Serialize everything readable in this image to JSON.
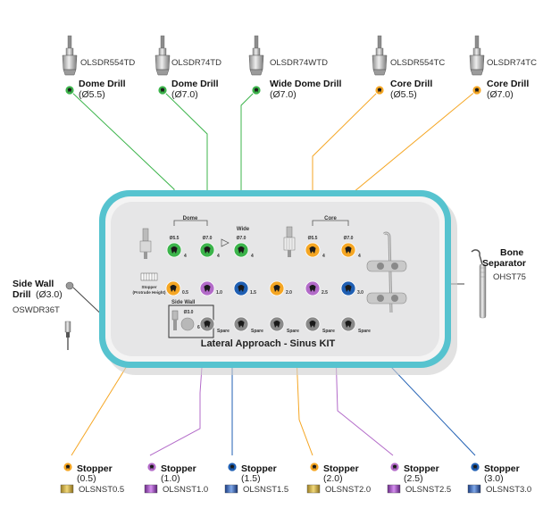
{
  "title": "Lateral Approach - Sinus KIT",
  "tray_labels": {
    "dome": "Dome",
    "wide": "Wide",
    "core": "Core",
    "side_wall": "Side Wall",
    "stopper_line1": "Stopper",
    "stopper_line2": "(Protrude Height)",
    "spare": "Spare"
  },
  "drills": [
    {
      "code": "OLSDR554TD",
      "name": "Dome Drill",
      "size": "(Ø5.5)",
      "color": "#3cb44b"
    },
    {
      "code": "OLSDR74TD",
      "name": "Dome Drill",
      "size": "(Ø7.0)",
      "color": "#3cb44b"
    },
    {
      "code": "OLSDR74WTD",
      "name": "Wide Dome Drill",
      "size": "(Ø7.0)",
      "color": "#3cb44b"
    },
    {
      "code": "OLSDR554TC",
      "name": "Core Drill",
      "size": "(Ø5.5)",
      "color": "#f5a623"
    },
    {
      "code": "OLSDR74TC",
      "name": "Core Drill",
      "size": "(Ø7.0)",
      "color": "#f5a623"
    }
  ],
  "side_wall": {
    "name_line1": "Side Wall",
    "name_line2": "Drill",
    "size": "(Ø3.0)",
    "code": "OSWDR36T"
  },
  "bone_separator": {
    "name_line1": "Bone",
    "name_line2": "Separator",
    "code": "OHST75"
  },
  "stoppers": [
    {
      "name": "Stopper",
      "size": "(0.5)",
      "code": "OLSNST0.5",
      "color": "#f5a623"
    },
    {
      "name": "Stopper",
      "size": "(1.0)",
      "code": "OLSNST1.0",
      "color": "#b36bc9"
    },
    {
      "name": "Stopper",
      "size": "(1.5)",
      "code": "OLSNST1.5",
      "color": "#1f5fb3"
    },
    {
      "name": "Stopper",
      "size": "(2.0)",
      "code": "OLSNST2.0",
      "color": "#f5a623"
    },
    {
      "name": "Stopper",
      "size": "(2.5)",
      "code": "OLSNST2.5",
      "color": "#b36bc9"
    },
    {
      "name": "Stopper",
      "size": "(3.0)",
      "code": "OLSNST3.0",
      "color": "#1f5fb3"
    }
  ],
  "slot_labels": {
    "drill_sizes": [
      "Ø5.5",
      "Ø7.0",
      "Ø7.0",
      "Ø5.5",
      "Ø7.0"
    ],
    "drill_count": "4",
    "stopper_values": [
      "0.5",
      "1.0",
      "1.5",
      "2.0",
      "2.5",
      "3.0"
    ],
    "side_wall_size": "Ø3.0",
    "side_wall_count": "6"
  },
  "colors": {
    "tray_rim": "#56c3cf",
    "tray_fill": "#e9e9ea",
    "green": "#3cb44b",
    "orange": "#f5a623",
    "purple": "#b36bc9",
    "blue": "#1f5fb3",
    "grey": "#8a8a8a"
  }
}
